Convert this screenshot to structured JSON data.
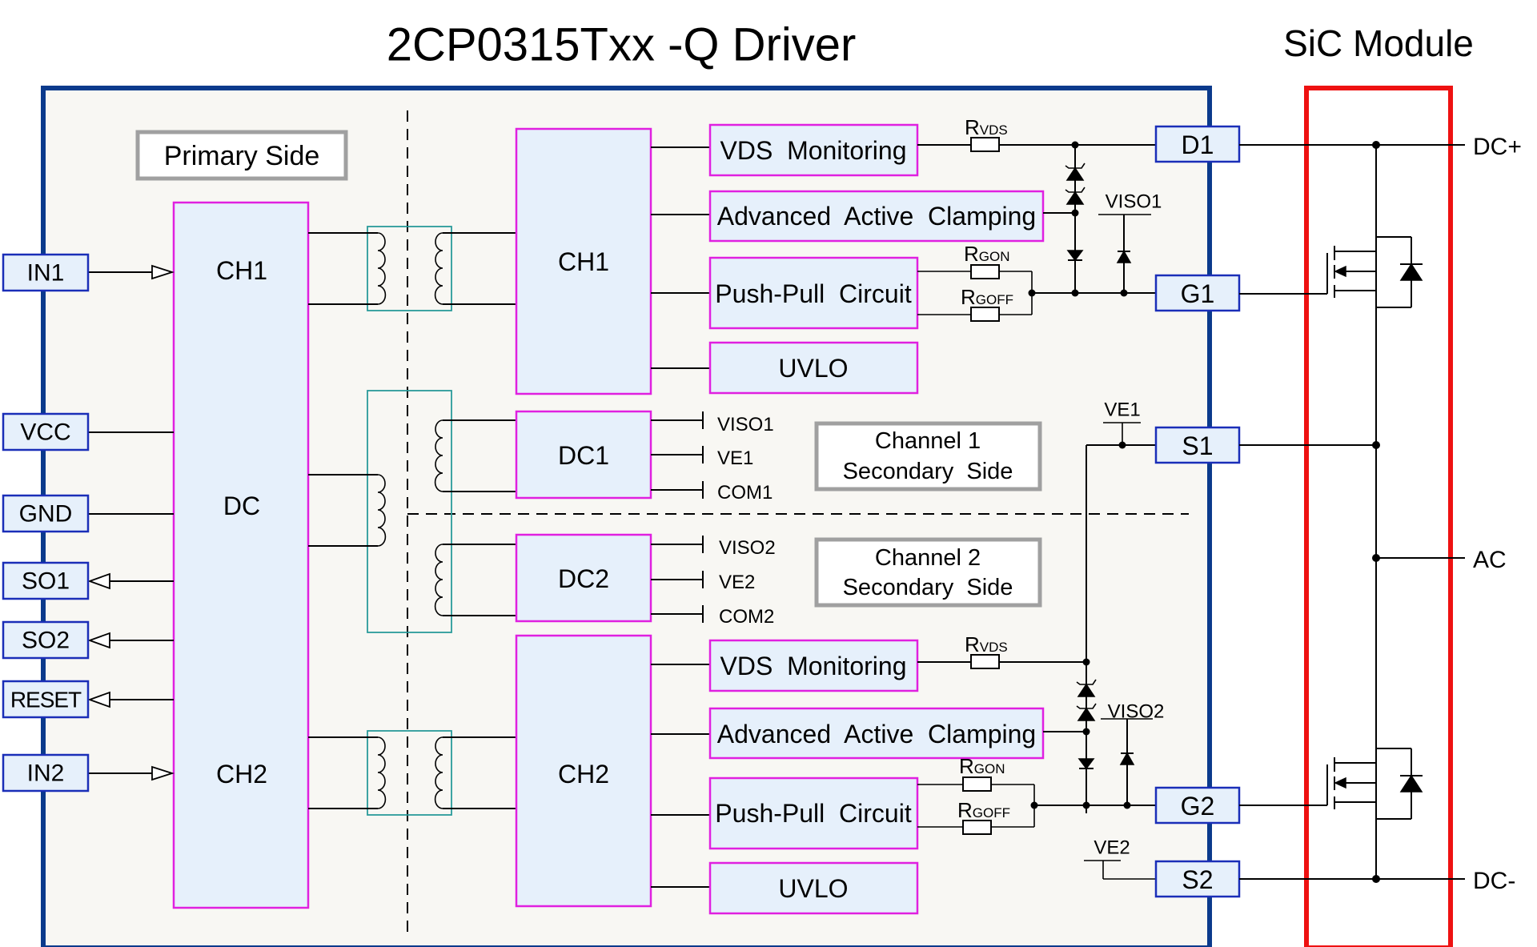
{
  "title": "2CP0315Txx -Q  Driver",
  "module_title": "SiC Module",
  "colors": {
    "driver_border": "#0b3a8c",
    "driver_fill": "#f8f7f3",
    "block_border": "#e020e0",
    "block_fill": "#e6f0fb",
    "pin_border": "#1a2eb8",
    "transformer": "#2a9a9a",
    "module_border": "#ee1111",
    "label_box_border": "#a0a0a0"
  },
  "primary_side": {
    "label": "Primary Side",
    "pins": [
      {
        "id": "in1",
        "label": "IN1",
        "direction": "input"
      },
      {
        "id": "vcc",
        "label": "VCC",
        "direction": "power"
      },
      {
        "id": "gnd",
        "label": "GND",
        "direction": "power"
      },
      {
        "id": "so1",
        "label": "SO1",
        "direction": "output"
      },
      {
        "id": "so2",
        "label": "SO2",
        "direction": "output"
      },
      {
        "id": "reset",
        "label": "RESET",
        "direction": "output"
      },
      {
        "id": "in2",
        "label": "IN2",
        "direction": "input"
      }
    ],
    "block_labels": {
      "ch1": "CH1",
      "dc": "DC",
      "ch2": "CH2"
    }
  },
  "secondary": {
    "channel1": {
      "label_line1": "Channel 1",
      "label_line2": "Secondary  Side",
      "logic_block": "CH1",
      "dc_block": "DC1",
      "dc_outputs": [
        "VISO1",
        "VE1",
        "COM1"
      ],
      "functions": [
        "VDS  Monitoring",
        "Advanced  Active  Clamping",
        "Push-Pull  Circuit",
        "UVLO"
      ],
      "resistors": {
        "rvds": {
          "main": "R",
          "sub": "VDS"
        },
        "rgon": {
          "main": "R",
          "sub": "GON"
        },
        "rgoff": {
          "main": "R",
          "sub": "GOFF"
        }
      },
      "supply_label": "VISO1",
      "emitter_label": "VE1",
      "pins": [
        "D1",
        "G1",
        "S1"
      ]
    },
    "channel2": {
      "label_line1": "Channel 2",
      "label_line2": "Secondary  Side",
      "logic_block": "CH2",
      "dc_block": "DC2",
      "dc_outputs": [
        "VISO2",
        "VE2",
        "COM2"
      ],
      "functions": [
        "VDS  Monitoring",
        "Advanced  Active  Clamping",
        "Push-Pull  Circuit",
        "UVLO"
      ],
      "resistors": {
        "rvds": {
          "main": "R",
          "sub": "VDS"
        },
        "rgon": {
          "main": "R",
          "sub": "GON"
        },
        "rgoff": {
          "main": "R",
          "sub": "GOFF"
        }
      },
      "supply_label": "VISO2",
      "emitter_label": "VE2",
      "pins": [
        "G2",
        "S2"
      ]
    }
  },
  "module": {
    "terminals": [
      "DC+",
      "AC",
      "DC-"
    ]
  }
}
